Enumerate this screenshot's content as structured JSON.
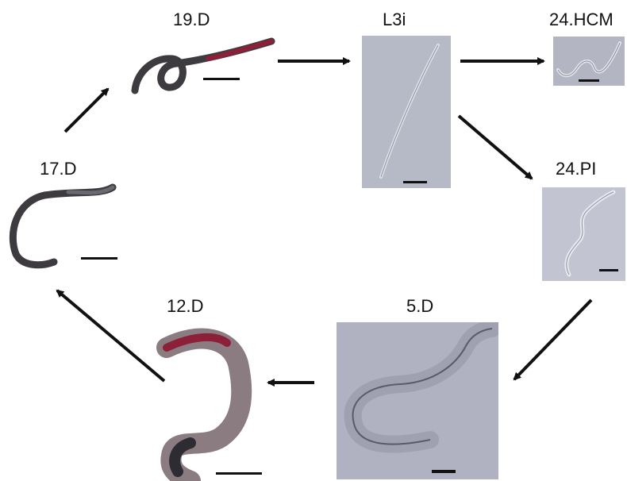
{
  "stages": {
    "d19": {
      "label": "19.D"
    },
    "l3i": {
      "label": "L3i"
    },
    "hcm24": {
      "label": "24.HCM"
    },
    "pi24": {
      "label": "24.PI"
    },
    "d17": {
      "label": "17.D"
    },
    "d5": {
      "label": "5.D"
    },
    "d12": {
      "label": "12.D"
    }
  },
  "colors": {
    "arrow": "#111111",
    "scale_bar": "#111111",
    "panel_grey": "#b6b9c6",
    "worm_dark": "#3d3a40",
    "worm_red": "#8b2038"
  }
}
